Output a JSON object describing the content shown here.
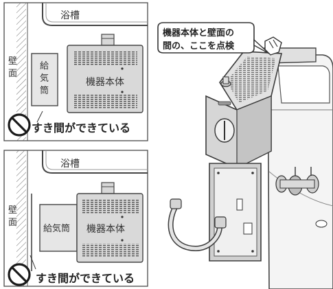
{
  "top_panel": {
    "tub_label": "浴槽",
    "wall_label": "壁面",
    "vent_label": "給気筒",
    "unit_label": "機器本体",
    "gap_label": "すき間ができている"
  },
  "bottom_panel": {
    "tub_label": "浴槽",
    "wall_label": "壁面",
    "vent_label": "給気筒",
    "unit_label": "機器本体",
    "gap_label": "すき間ができている"
  },
  "callout": {
    "line1": "機器本体と壁面の",
    "line2": "間の、ここを点検"
  },
  "colors": {
    "line": "#3a3a3a",
    "panel_border": "#555555",
    "shade": "#d4d4d4",
    "light_shade": "#e8e8e8",
    "dark": "#6d6d6d",
    "prohibit": "#1a1a1a"
  }
}
